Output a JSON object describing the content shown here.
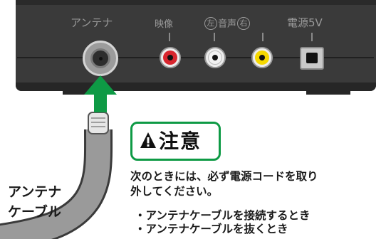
{
  "panel": {
    "antenna_label": "アンテナ",
    "video_label": "映像",
    "audio_left_mark": "左",
    "audio_label": "音声",
    "audio_right_mark": "右",
    "power_label": "電源5V"
  },
  "colors": {
    "panel": "#3a3a3a",
    "arrow": "#0e9a45",
    "video_jack": "#d8262e",
    "audio_left_jack": "#f2f2f2",
    "audio_right_jack": "#f5d800",
    "cable": "#9a9a9a"
  },
  "callout": {
    "title": "注意",
    "icon": "warning-triangle-icon",
    "message_line1": "次のときには、必ず電源コードを取り",
    "message_line2": "外してください。",
    "bullets": [
      "・アンテナケーブルを接続するとき",
      "・アンテナケーブルを抜くとき"
    ]
  },
  "cable_label": {
    "line1": "アンテナ",
    "line2": "ケーブル"
  }
}
